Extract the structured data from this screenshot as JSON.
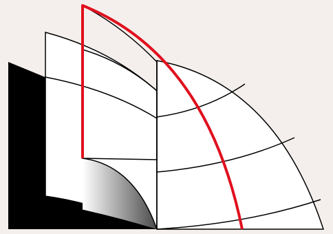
{
  "colors": {
    "background": "#f4efec",
    "panel_fill": "#ffffff",
    "outline": "#000000",
    "highlight_stroke": "#e0101e",
    "shadow_dark": "#000000",
    "gradient_light": "#ffffff",
    "gradient_dark": "#4a4a4a"
  },
  "icons": [
    "quarter-sphere-grid",
    "stacked-curved-panels",
    "red-meridian-arc"
  ]
}
